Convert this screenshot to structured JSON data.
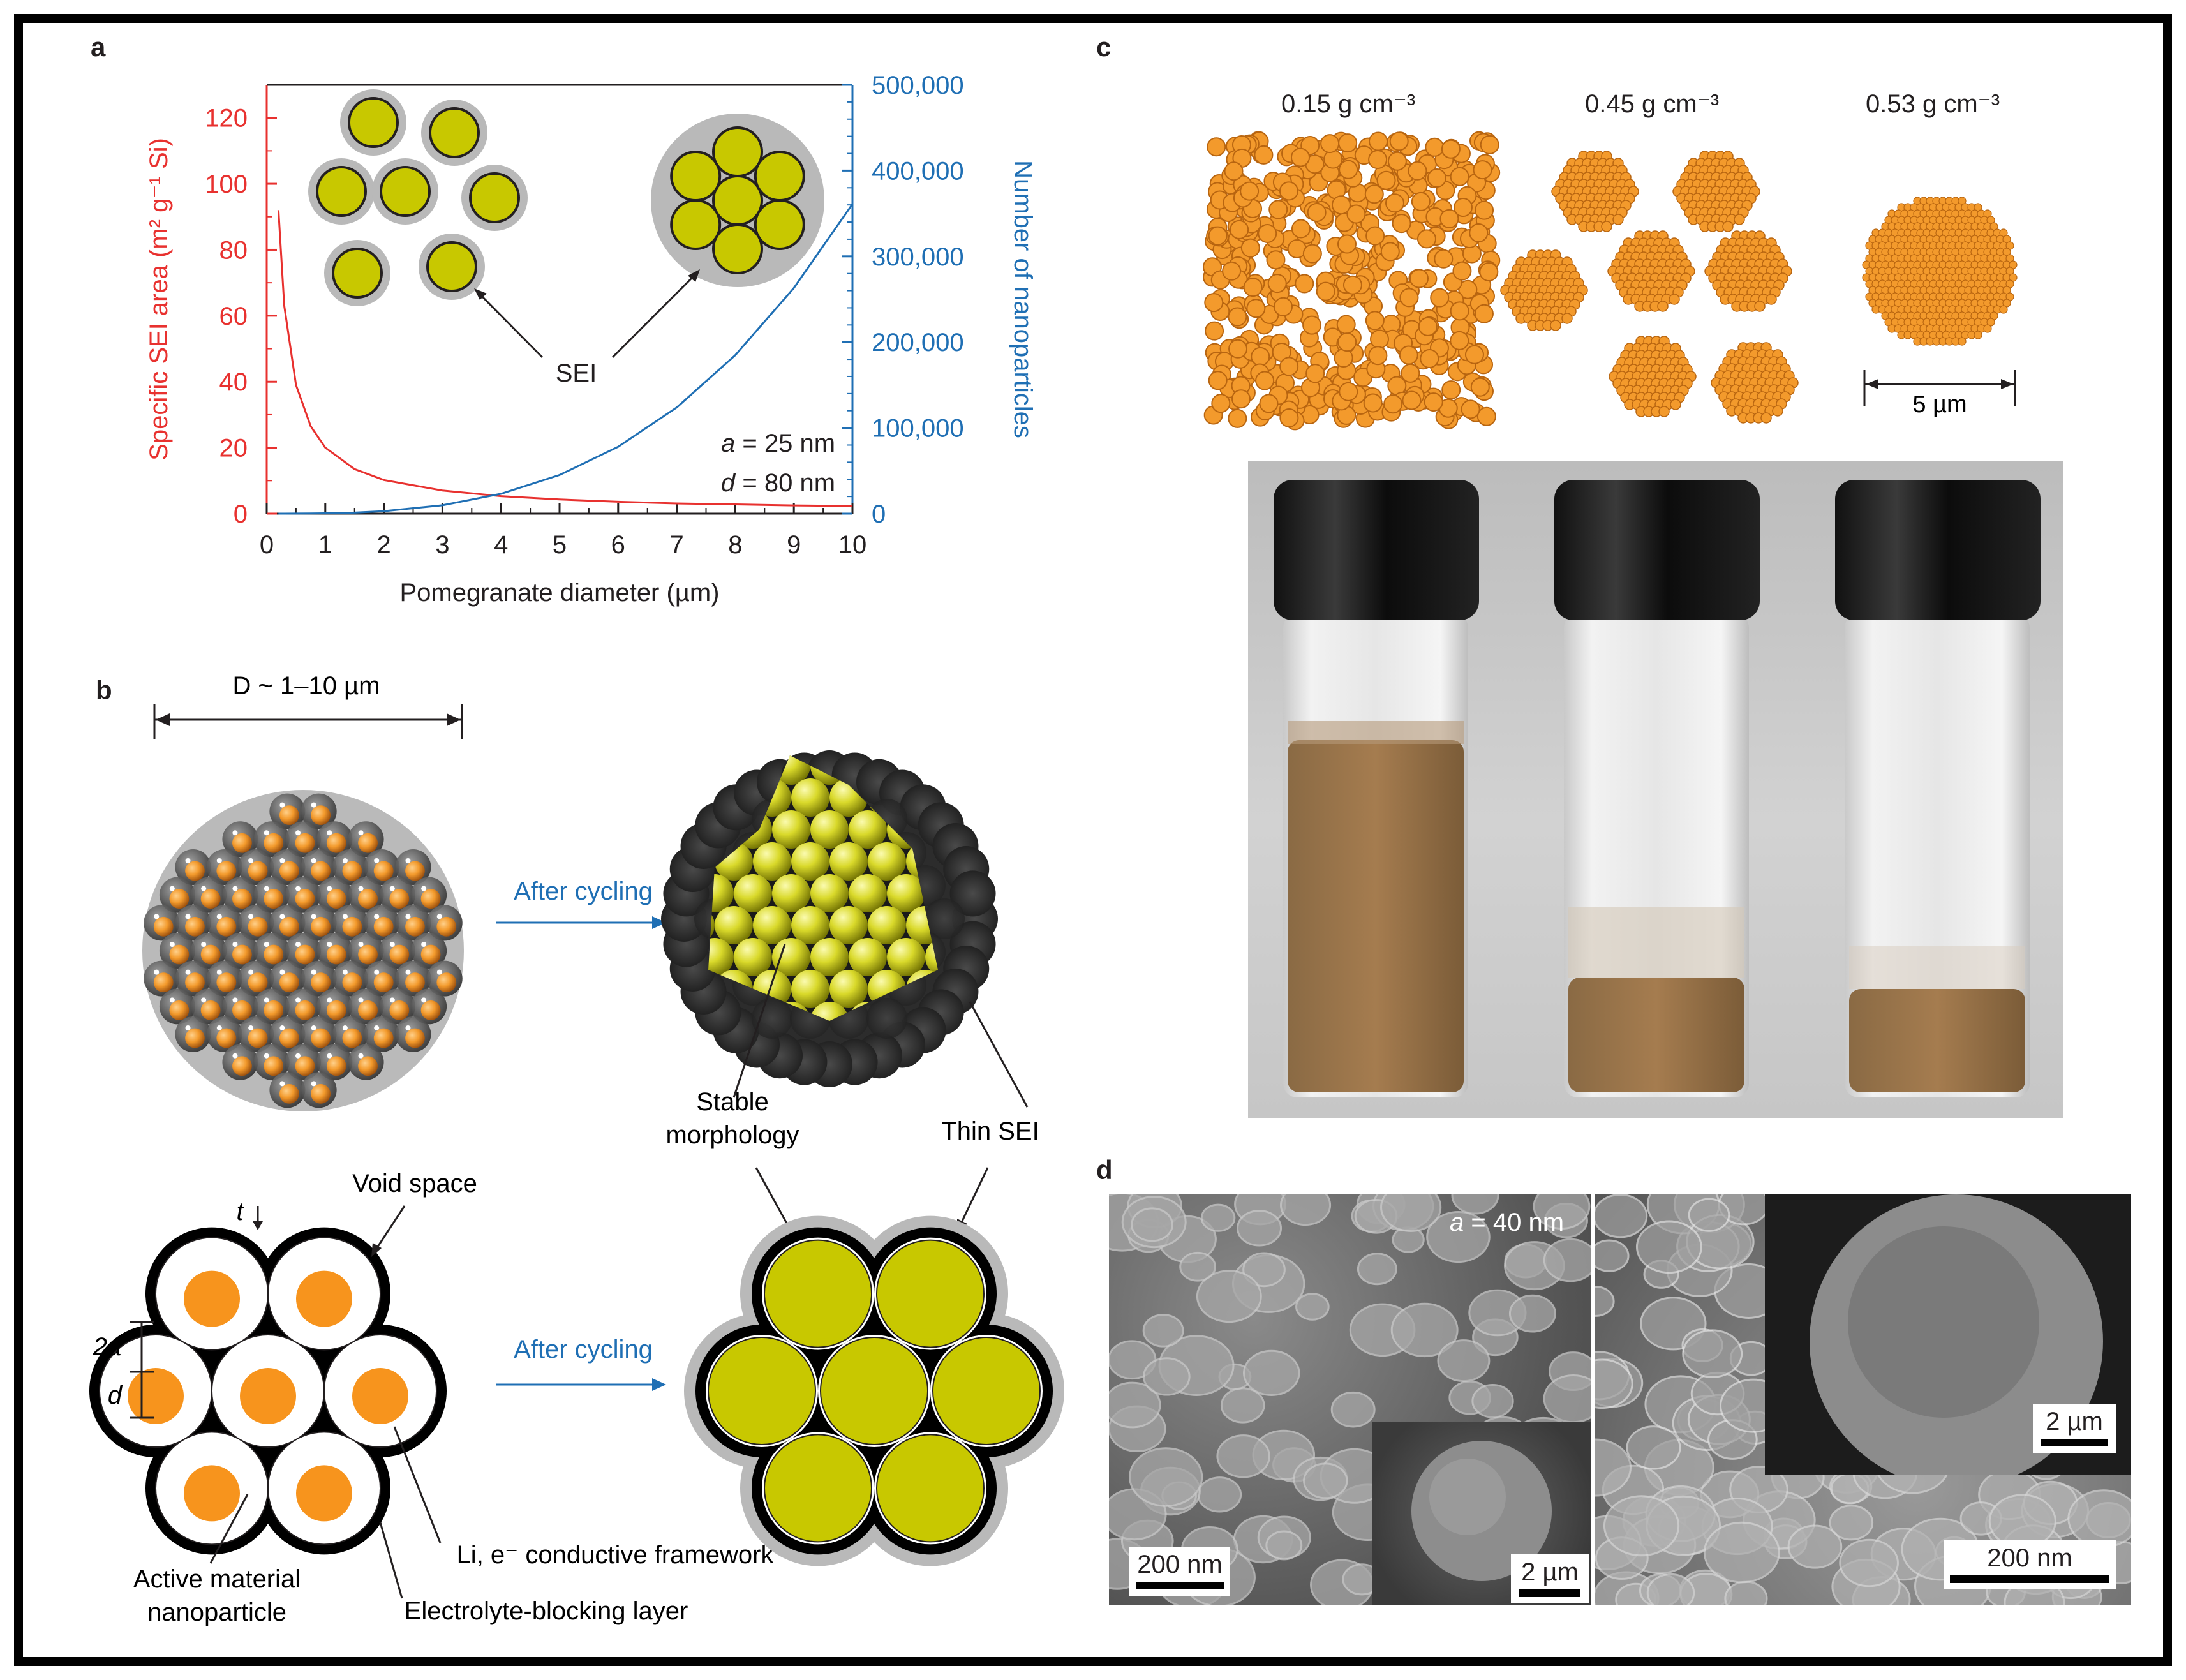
{
  "panels": {
    "a": "a",
    "b": "b",
    "c": "c",
    "d": "d"
  },
  "chart_data": {
    "type": "line",
    "x": [
      0.2,
      0.3,
      0.5,
      0.75,
      1,
      1.5,
      2,
      3,
      4,
      5,
      6,
      7,
      8,
      9,
      10
    ],
    "series": [
      {
        "axis": "left",
        "color": "#e8312f",
        "values": [
          92,
          63,
          39,
          26.5,
          20,
          13.5,
          10.2,
          7.0,
          5.3,
          4.3,
          3.6,
          3.1,
          2.8,
          2.5,
          2.3
        ]
      },
      {
        "axis": "right",
        "color": "#1f6fb4",
        "values": [
          3,
          10,
          45,
          152,
          361,
          1218,
          2888,
          9747,
          23104,
          45125,
          77976,
          123824,
          184832,
          263168,
          361000
        ]
      }
    ],
    "xlabel": "Pomegranate diameter (µm)",
    "ylabel_left": "Specific SEI area (m² g⁻¹ Si)",
    "ylabel_right": "Number of nanoparticles",
    "xlim": [
      0,
      10
    ],
    "ylim_left": [
      0,
      130
    ],
    "ylim_right": [
      0,
      500000
    ],
    "xticks": [
      "0",
      "1",
      "2",
      "3",
      "4",
      "5",
      "6",
      "7",
      "8",
      "9",
      "10"
    ],
    "yticks_left": [
      "0",
      "20",
      "40",
      "60",
      "80",
      "100",
      "120"
    ],
    "yticks_right": [
      "0",
      "100,000",
      "200,000",
      "300,000",
      "400,000",
      "500,000"
    ],
    "annotations": {
      "sei": "SEI",
      "a_param": "a",
      "a_value": " = 25 nm",
      "d_param": "d",
      "d_value": " = 80 nm"
    },
    "grid": false
  },
  "panel_b": {
    "diameter": "D ~ 1–10 µm",
    "after_cycling_top": "After cycling",
    "after_cycling_bottom": "After cycling",
    "stable_morphology": "Stable\nmorphology",
    "thin_sei": "Thin SEI",
    "void_space": "Void space",
    "t_label": "t",
    "two_a": "2a",
    "d_label": "d",
    "framework": "Li, e⁻ conductive framework",
    "active_material": "Active material\nnanoparticle",
    "electrolyte_layer": "Electrolyte-blocking layer"
  },
  "panel_c": {
    "densities": [
      "0.15 g cm⁻³",
      "0.45 g cm⁻³",
      "0.53 g cm⁻³"
    ],
    "scale": "5 µm"
  },
  "panel_d": {
    "a_label": "a",
    "a_value": " = 40 nm",
    "scale_left": "200 nm",
    "scale_inset_left": "2 µm",
    "scale_inset_right": "2 µm",
    "scale_right": "200 nm"
  },
  "colors": {
    "red": "#e8312f",
    "blue": "#1f6fb4",
    "yellow": "#c8c800",
    "orange": "#f7941d",
    "text": "#231f20"
  }
}
